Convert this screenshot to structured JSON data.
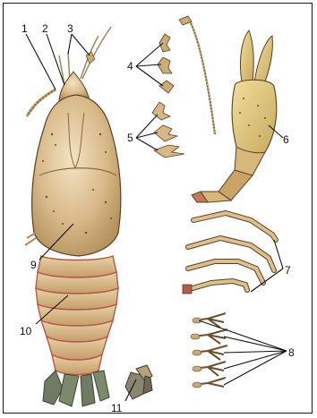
{
  "labels": [
    {
      "id": "1",
      "text": "1"
    },
    {
      "id": "2",
      "text": "2"
    },
    {
      "id": "3",
      "text": "3"
    },
    {
      "id": "4",
      "text": "4"
    },
    {
      "id": "5",
      "text": "5"
    },
    {
      "id": "6",
      "text": "6"
    },
    {
      "id": "7",
      "text": "7"
    },
    {
      "id": "8",
      "text": "8"
    },
    {
      "id": "9",
      "text": "9"
    },
    {
      "id": "10",
      "text": "10"
    },
    {
      "id": "11",
      "text": "11"
    }
  ],
  "colors": {
    "shell": "#d9b98a",
    "shell_light": "#efe0bd",
    "shell_dark": "#b08a55",
    "segment_edge": "#b5584b",
    "tail_fan": "#6f7b62",
    "outline": "#5a4022",
    "label": "#111111",
    "frame": "#1b1b1b"
  }
}
